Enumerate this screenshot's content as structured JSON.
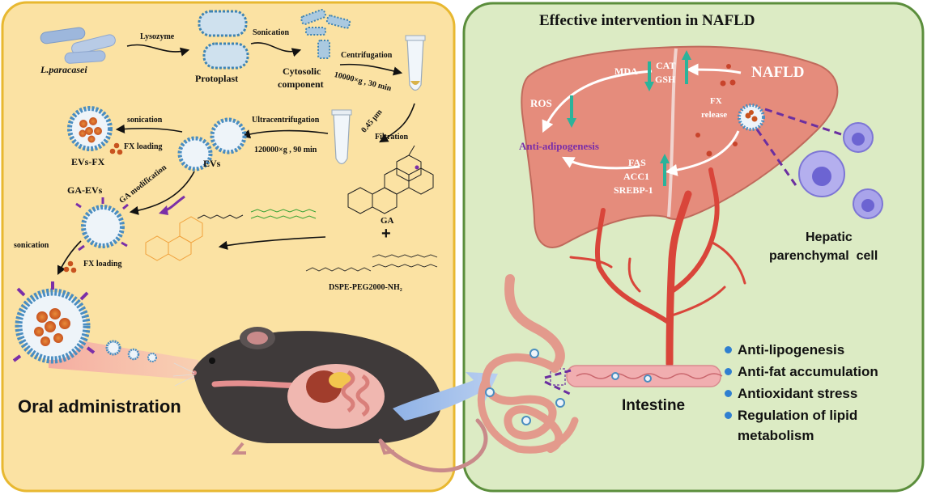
{
  "left_panel": {
    "source": "L.paracasei",
    "step_lysozyme": "Lysozyme",
    "protoplast": "Protoplast",
    "step_sonication_top": "Sonication",
    "cytosolic_line1": "Cytosolic",
    "cytosolic_line2": "component",
    "step_centrifugation": "Centrifugation",
    "centrifugation_condition": "10000×g , 30 min",
    "step_filter_size": "0.45 μm",
    "step_filtration": "Filtration",
    "step_ultracentrifugation": "Ultracentrifugation",
    "ultracentrifugation_condition": "120000×g , 90 min",
    "evs": "EVs",
    "sonication_1": "sonication",
    "fx_loading_1": "FX loading",
    "evs_fx": "EVs-FX",
    "ga_modification": "GA modification",
    "ga_evs": "GA-EVs",
    "ga": "GA",
    "plus": "+",
    "dspe_peg": "DSPE-PEG2000-NH₂",
    "sonication_2": "sonication",
    "fx_loading_2": "FX loading",
    "oral_administration": "Oral administration"
  },
  "right_panel": {
    "title": "Effective intervention in NAFLD",
    "nafld": "NAFLD",
    "mda": "MDA",
    "cat": "CAT",
    "gsh": "GSH",
    "ros": "ROS",
    "anti_adipogenesis": "Anti-adipogenesis",
    "fx_release_line1": "FX",
    "fx_release_line2": "release",
    "fas": "FAS",
    "acc1": "ACC1",
    "srebp1": "SREBP-1",
    "hepatic_line1": "Hepatic",
    "hepatic_line2": "parenchymal  cell",
    "intestine": "Intestine",
    "outcomes": [
      "Anti-lipogenesis",
      "Anti-fat accumulation",
      "Antioxidant stress",
      "Regulation of lipid",
      "metabolism"
    ]
  },
  "colors": {
    "left_bg": "#fbe2a3",
    "left_border": "#e8b830",
    "right_bg": "#dcebc4",
    "right_border": "#5b8e3c",
    "liver": "#e58c7c",
    "vessel": "#d9453a",
    "teal_arrow": "#2bb39a",
    "purple_text": "#7b2fa8",
    "bullet": "#2f7fd0"
  }
}
